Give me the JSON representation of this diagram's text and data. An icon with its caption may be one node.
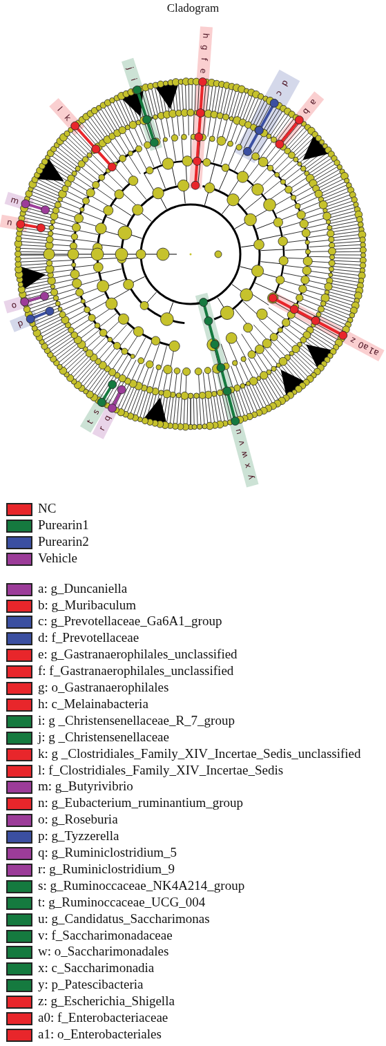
{
  "diagram": {
    "title": "Cladogram",
    "labels": [
      "h",
      "g",
      "f",
      "e",
      "j",
      "i",
      "d",
      "c",
      "b",
      "a",
      "l",
      "k",
      "m",
      "n",
      "o",
      "p",
      "q",
      "r",
      "s",
      "t",
      "u",
      "v",
      "w",
      "x",
      "y",
      "z",
      "a0",
      "a1"
    ],
    "legend": [
      {
        "text": "NC",
        "color": "#e8262b"
      },
      {
        "text": "Purearin1",
        "color": "#157a3f"
      },
      {
        "text": "Purearin2",
        "color": "#3b4fa1"
      },
      {
        "text": "Vehicle",
        "color": "#9c3c99"
      },
      {
        "text": "a: g_Duncaniella",
        "color": "#9c3c99"
      },
      {
        "text": "b: g_Muribaculum",
        "color": "#e8262b"
      },
      {
        "text": "c: g_Prevotellaceae_Ga6A1_group",
        "color": "#3b4fa1"
      },
      {
        "text": "d: f_Prevotellaceae",
        "color": "#3b4fa1"
      },
      {
        "text": "e: g_Gastranaerophilales_unclassified",
        "color": "#e8262b"
      },
      {
        "text": "f: f_Gastranaerophilales_unclassified",
        "color": "#e8262b"
      },
      {
        "text": "g: o_Gastranaerophilales",
        "color": "#e8262b"
      },
      {
        "text": "h: c_Melainabacteria",
        "color": "#e8262b"
      },
      {
        "text": "i: g _Christensenellaceae_R_7_group",
        "color": "#157a3f"
      },
      {
        "text": "j: g _Christensenellaceae",
        "color": "#157a3f"
      },
      {
        "text": "k: g _Clostridiales_Family_XIV_Incertae_Sedis_unclassified",
        "color": "#e8262b"
      },
      {
        "text": "l: f_Clostridiales_Family_XIV_Incertae_Sedis",
        "color": "#e8262b"
      },
      {
        "text": "m: g_Butyrivibrio",
        "color": "#9c3c99"
      },
      {
        "text": "n: g_Eubacterium_ruminantium_group",
        "color": "#e8262b"
      },
      {
        "text": "o: g_Roseburia",
        "color": "#9c3c99"
      },
      {
        "text": "p: g_Tyzzerella",
        "color": "#3b4fa1"
      },
      {
        "text": "q: g_Ruminiclostridium_5",
        "color": "#9c3c99"
      },
      {
        "text": "r: g_Ruminiclostridium_9",
        "color": "#9c3c99"
      },
      {
        "text": "s: g_Ruminoccaceae_NK4A214_group",
        "color": "#157a3f"
      },
      {
        "text": "t: g_Ruminoccaceae_UCG_004",
        "color": "#157a3f"
      },
      {
        "text": "u: g_Candidatus_Saccharimonas",
        "color": "#157a3f"
      },
      {
        "text": "v: f_Saccharimonadaceae",
        "color": "#157a3f"
      },
      {
        "text": "w: o_Saccharimonadales",
        "color": "#157a3f"
      },
      {
        "text": "x: c_Saccharimonadia",
        "color": "#157a3f"
      },
      {
        "text": "y: p_Patescibacteria",
        "color": "#157a3f"
      },
      {
        "text": "z: g_Escherichia_Shigella",
        "color": "#e8262b"
      },
      {
        "text": "a0: f_Enterobacteriaceae",
        "color": "#e8262b"
      },
      {
        "text": "a1: o_Enterobacteriales",
        "color": "#e8262b"
      }
    ]
  }
}
